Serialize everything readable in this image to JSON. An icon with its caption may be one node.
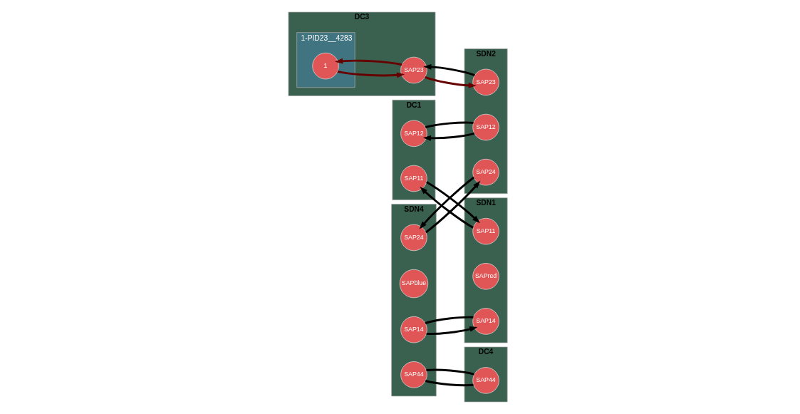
{
  "diagram": {
    "nodes": [
      {
        "text": [
          "DC1"
        ]
      },
      {
        "text": [
          "SAP12"
        ],
        "in": 0
      },
      {
        "text": [
          "SAP11"
        ],
        "in": 0
      },
      {
        "text": [
          "SDN2"
        ]
      },
      {
        "text": [
          "SAP12"
        ],
        "in": 3
      },
      {
        "text": [
          "SAP23"
        ],
        "in": 3
      },
      {
        "text": [
          "SAP24"
        ],
        "in": 3
      },
      {
        "text": [
          "DC3"
        ]
      },
      {
        "text": [
          "1-PID23__4283"
        ],
        "in": 7
      },
      {
        "text": [
          "1"
        ],
        "in": 8
      },
      {
        "text": [
          "SAP23"
        ],
        "in": 7
      },
      {
        "text": [
          "SDN1"
        ]
      },
      {
        "text": [
          "SAP11"
        ],
        "in": 11
      },
      {
        "text": [
          "SAPred"
        ],
        "in": 11
      },
      {
        "text": [
          "SAP14"
        ],
        "in": 11
      },
      {
        "text": [
          "SDN4"
        ]
      },
      {
        "text": [
          "SAP24"
        ],
        "in": 15
      },
      {
        "text": [
          "SAPblue"
        ],
        "in": 15
      },
      {
        "text": [
          "SAP14"
        ],
        "in": 15
      },
      {
        "text": [
          "SAP44"
        ],
        "in": 15
      },
      {
        "text": [
          "DC4"
        ]
      },
      {
        "text": [
          "SAP44"
        ],
        "in": 20
      }
    ],
    "edges": [
      {
        "from": 12,
        "to": 2,
        "arrow": "to"
      },
      {
        "from": 2,
        "to": 12,
        "arrow": "to"
      },
      {
        "from": 1,
        "to": 4,
        "arrow": "none"
      },
      {
        "from": 4,
        "to": 1,
        "arrow": "to"
      },
      {
        "from": 5,
        "to": 10,
        "arrow": "to"
      },
      {
        "from": 10,
        "to": 5,
        "arrow": "to",
        "color": "#660000"
      },
      {
        "from": 10,
        "to": 9,
        "arrow": "to",
        "color": "#660000"
      },
      {
        "from": 9,
        "to": 10,
        "arrow": "to",
        "color": "#660000"
      },
      {
        "from": 6,
        "to": 16,
        "arrow": "to"
      },
      {
        "from": 16,
        "to": 6,
        "arrow": "to"
      },
      {
        "from": 14,
        "to": 18,
        "arrow": "none"
      },
      {
        "from": 18,
        "to": 14,
        "arrow": "to"
      },
      {
        "from": 19,
        "to": 21,
        "arrow": "none"
      },
      {
        "from": 21,
        "to": 19,
        "arrow": "none"
      }
    ]
  }
}
